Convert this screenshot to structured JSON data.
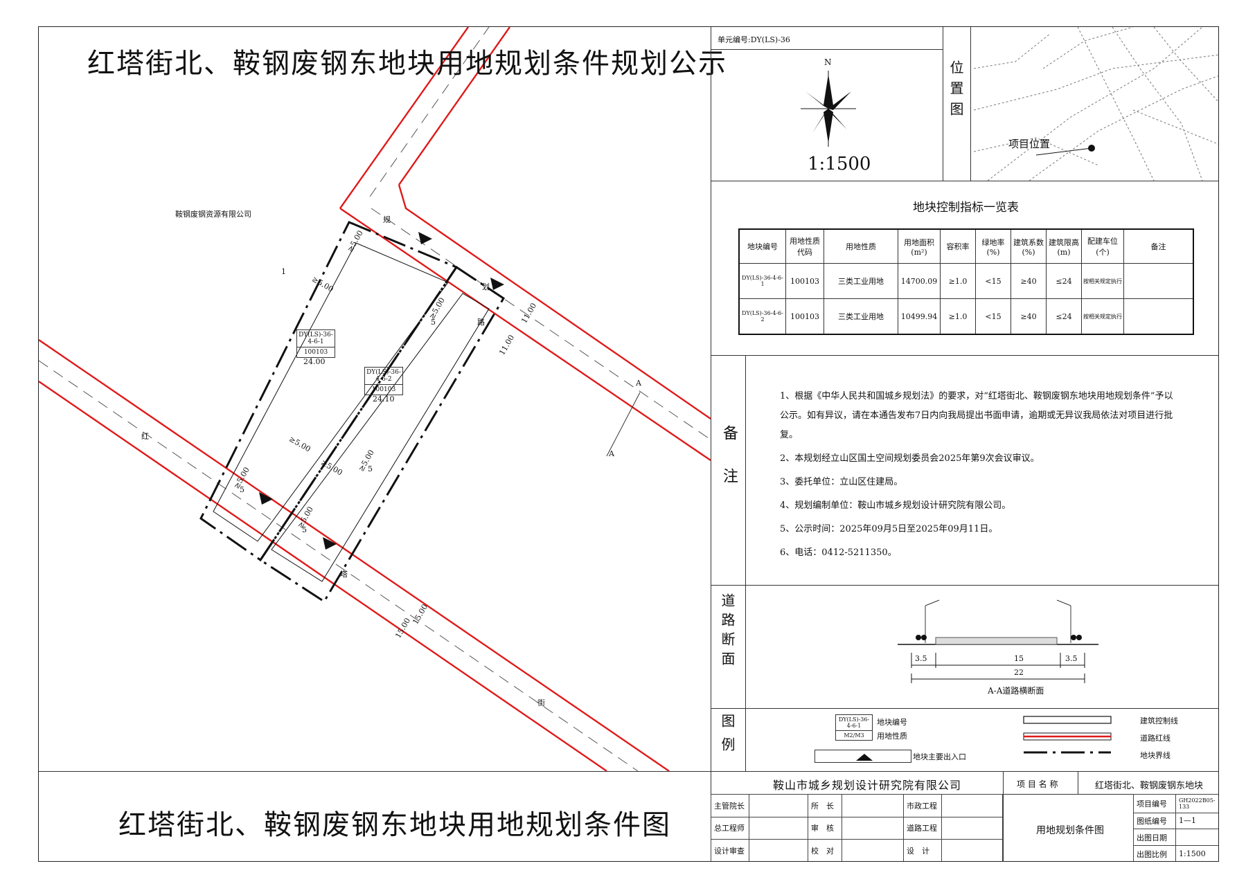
{
  "title": "红塔街北、鞍钢废钢东地块用地规划条件规划公示",
  "bottom_title": "红塔街北、鞍钢废钢东地块用地规划条件图",
  "unit_code": "单元编号:DY(LS)-36",
  "scale": "1:1500",
  "north": "N",
  "location_map": {
    "label": "位置图",
    "marker": "项目位置"
  },
  "map": {
    "company": "鞍钢废钢资源有限公司",
    "road_gui": [
      "规",
      "划",
      "路"
    ],
    "road_hongta": [
      "红",
      "塔",
      "街"
    ],
    "section_mark": "A",
    "dims": {
      "setback": "≥5.00",
      "setback_s": "5",
      "d11": "11.00",
      "d15": "15.00",
      "d1": "1"
    },
    "plots": [
      {
        "code": "DY(LS)-36-4-6-1",
        "use": "100103",
        "height": "24.00"
      },
      {
        "code": "DY(LS)-36-4-6-2",
        "use": "100103",
        "height": "24.10"
      }
    ]
  },
  "indicator_table": {
    "title": "地块控制指标一览表",
    "headers": [
      "地块编号",
      "用地性质代码",
      "用地性质",
      "用地面积(m²)",
      "容积率",
      "绿地率(%)",
      "建筑系数(%)",
      "建筑限高(m)",
      "配建车位(个)",
      "备注"
    ],
    "rows": [
      [
        "DY(LS)-36-4-6-1",
        "100103",
        "三类工业用地",
        "14700.09",
        "≥1.0",
        "<15",
        "≥40",
        "≤24",
        "按相关规定执行",
        ""
      ],
      [
        "DY(LS)-36-4-6-2",
        "100103",
        "三类工业用地",
        "10499.94",
        "≥1.0",
        "<15",
        "≥40",
        "≤24",
        "按相关规定执行",
        ""
      ]
    ]
  },
  "notes": {
    "label": "备注",
    "items": [
      "1、根据《中华人民共和国城乡规划法》的要求，对“红塔街北、鞍钢废钢东地块用地规划条件”予以公示。如有异议，请在本通告发布7日内向我局提出书面申请，逾期或无异议我局依法对项目进行批复。",
      "2、本规划经立山区国土空间规划委员会2025年第9次会议审议。",
      "3、委托单位：立山区住建局。",
      "4、规划编制单位：鞍山市城乡规划设计研究院有限公司。",
      "5、公示时间：2025年09月5日至2025年09月11日。",
      "6、电话：0412-5211350。"
    ]
  },
  "road_section": {
    "label": "道路断面",
    "w_side": "3.5",
    "w_mid": "15",
    "w_total": "22",
    "caption": "A-A道路横断面"
  },
  "legend": {
    "label": "图例",
    "sample_code": "DY(LS)-36-4-6-1",
    "sample_use": "M2/M3",
    "plot_code": "地块编号",
    "plot_use": "用地性质",
    "entrance": "地块主要出入口",
    "build_line": "建筑控制线",
    "red_line": "道路红线",
    "boundary": "地块界线"
  },
  "title_block": {
    "org": "鞍山市城乡规划设计研究院有限公司",
    "project_label": "项 目 名 称",
    "project_name": "红塔街北、鞍钢废钢东地块",
    "drawing_name": "用地规划条件图",
    "roles": [
      [
        "主管院长",
        "所　长",
        "市政工程"
      ],
      [
        "总工程师",
        "审　核",
        "道路工程"
      ],
      [
        "设计审查",
        "校　对",
        "设　计"
      ]
    ],
    "info": [
      [
        "项目编号",
        "GH2022B05-133"
      ],
      [
        "图纸编号",
        "1—1"
      ],
      [
        "出图日期",
        ""
      ],
      [
        "出图比例",
        "1:1500"
      ]
    ]
  },
  "colors": {
    "red_line": "#e01a1a",
    "ink": "#111111"
  }
}
